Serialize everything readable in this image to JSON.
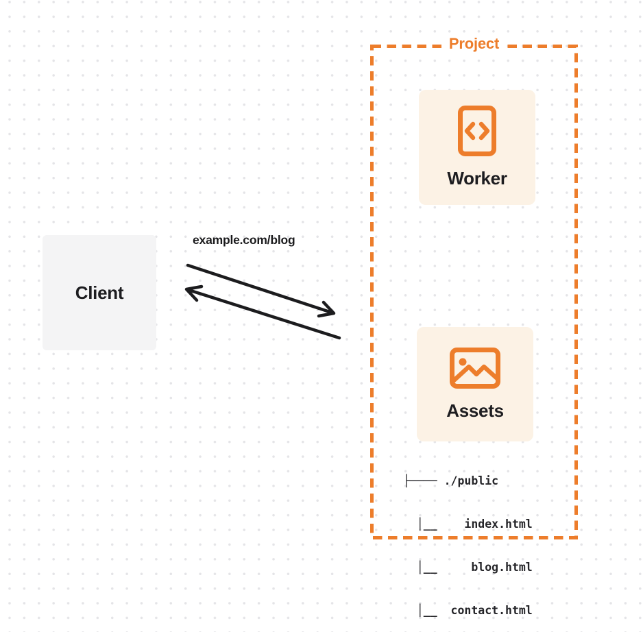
{
  "colors": {
    "accent": "#ED7D2B",
    "node_bg": "#FCF2E5",
    "client_bg": "#F4F4F5",
    "ink": "#1D1D20",
    "arrow": "#1C1C1E",
    "dot": "#E4E4E7"
  },
  "client": {
    "label": "Client"
  },
  "request": {
    "url_label": "example.com/blog"
  },
  "project": {
    "label": "Project",
    "nodes": [
      {
        "label": "Worker",
        "icon": "code-document-icon"
      },
      {
        "label": "Assets",
        "icon": "image-icon"
      }
    ],
    "file_tree": {
      "lines": [
        "├──── ./public",
        "  │__    index.html",
        "  │__     blog.html",
        "  │__  contact.html"
      ]
    }
  }
}
